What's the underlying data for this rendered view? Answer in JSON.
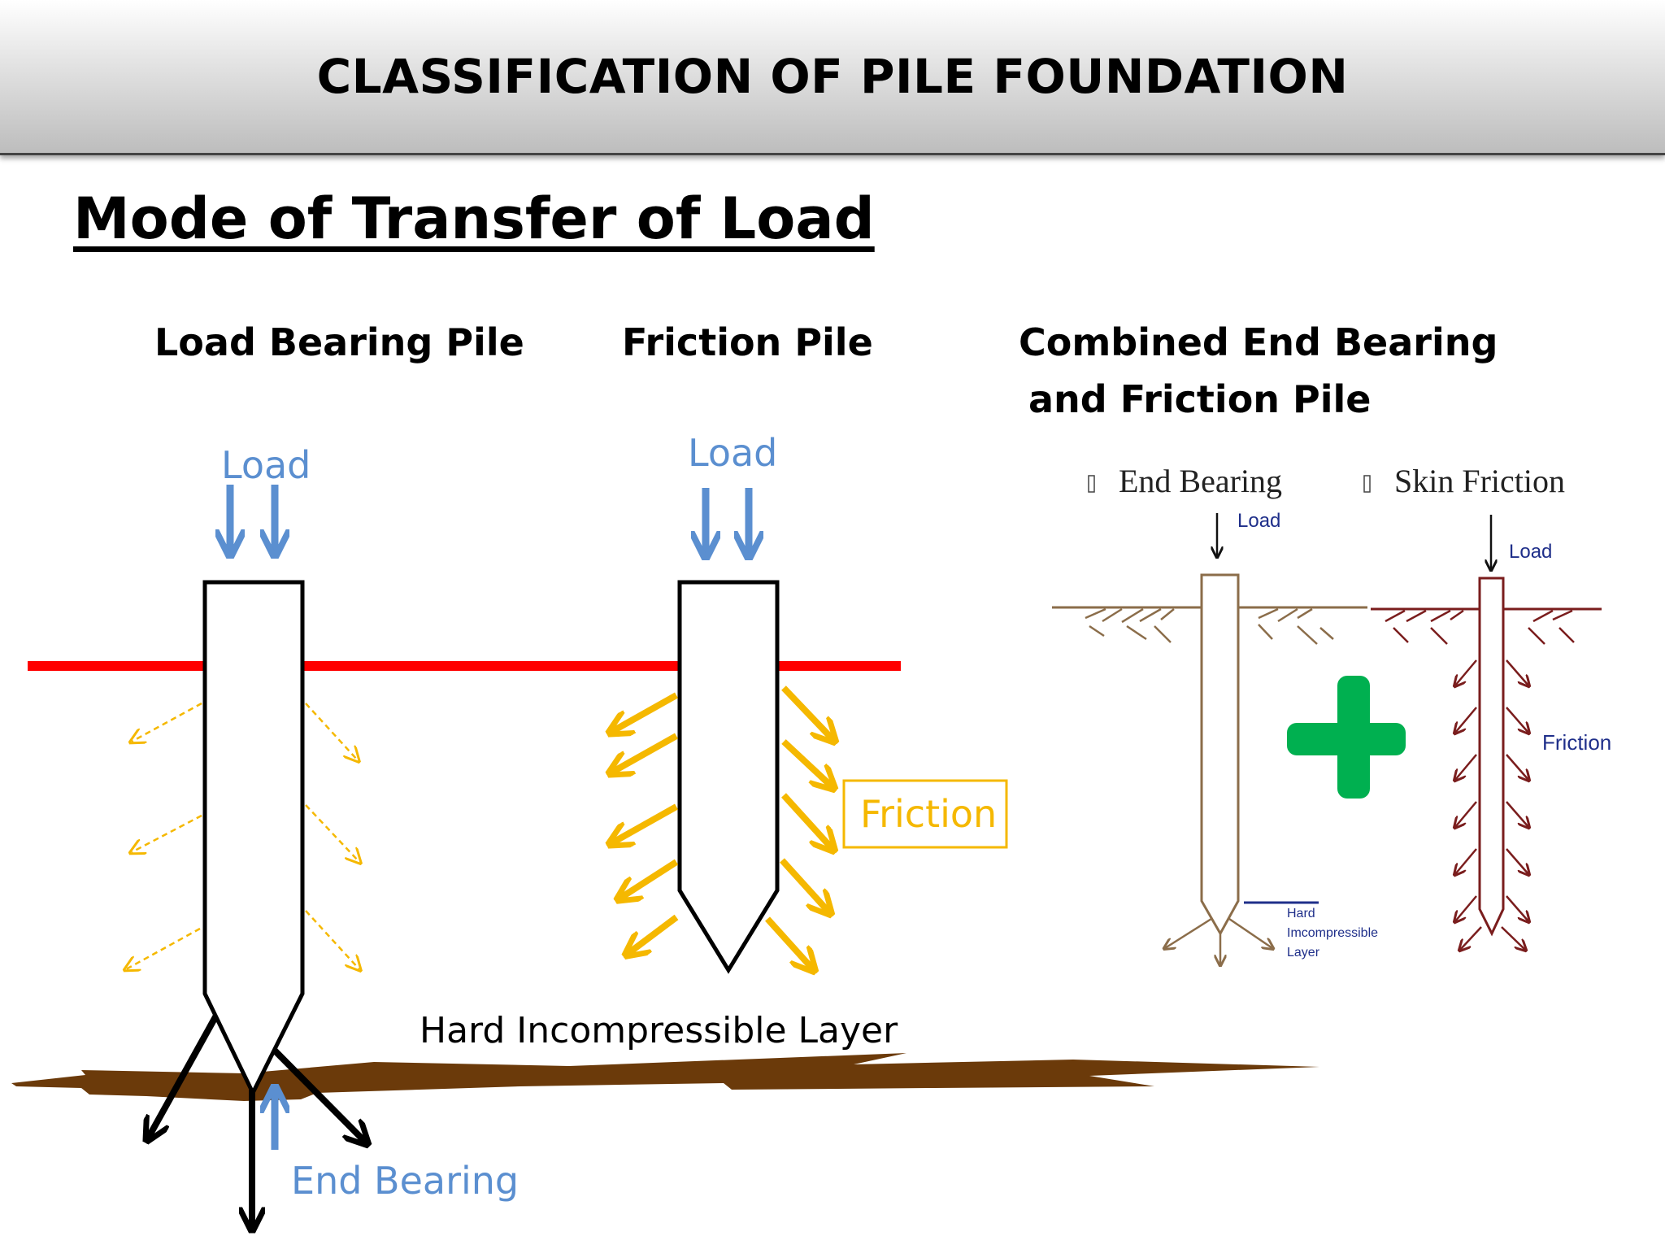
{
  "header": {
    "title": "CLASSIFICATION OF PILE FOUNDATION"
  },
  "section": {
    "subtitle": "Mode of Transfer of Load"
  },
  "columns": {
    "load_bearing": {
      "heading": "Load Bearing Pile",
      "load_label": "Load",
      "end_bearing_label": "End Bearing"
    },
    "friction": {
      "heading": "Friction Pile",
      "load_label": "Load",
      "friction_label": "Friction"
    },
    "combined": {
      "heading_line1": "Combined End Bearing",
      "heading_line2": "and Friction Pile",
      "end_bearing_caption": "End Bearing",
      "skin_friction_caption": "Skin Friction",
      "load_label_1": "Load",
      "load_label_2": "Load",
      "friction_label": "Friction",
      "hard_layer_line1": "Hard",
      "hard_layer_line2": "Imcompressible",
      "hard_layer_line3": "Layer"
    }
  },
  "hard_layer_label": "Hard Incompressible Layer",
  "colors": {
    "ground_line": "#ff0000",
    "friction_arrows": "#f5b800",
    "load_arrows": "#5b8fd0",
    "hard_layer": "#6b3a0a",
    "plus": "#00b050"
  }
}
